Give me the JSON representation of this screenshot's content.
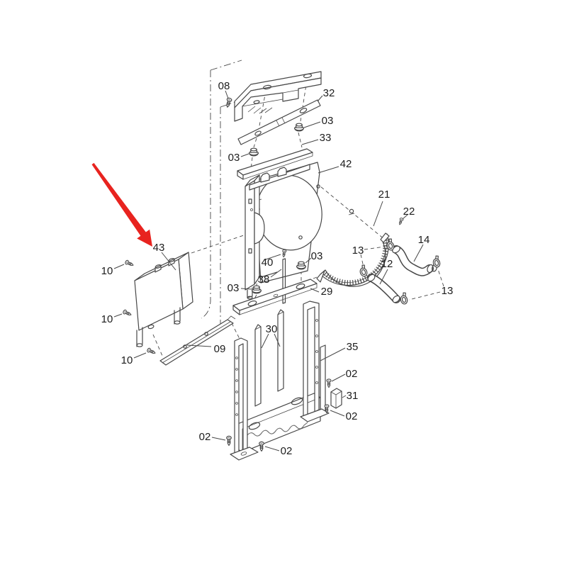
{
  "figure": {
    "kind": "exploded-parts-diagram",
    "background_color": "#ffffff",
    "line_color": "#474747",
    "label_color": "#1c1c1c",
    "arrow_color": "#e8231f",
    "highlighted_callout": "43",
    "part_numbers_visible": [
      "02",
      "03",
      "08",
      "09",
      "10",
      "12",
      "13",
      "14",
      "21",
      "22",
      "29",
      "30",
      "31",
      "32",
      "33",
      "35",
      "38",
      "40",
      "42",
      "43"
    ]
  },
  "callouts": [
    {
      "label": "08"
    },
    {
      "label": "32"
    },
    {
      "label": "03"
    },
    {
      "label": "33"
    },
    {
      "label": "03"
    },
    {
      "label": "42"
    },
    {
      "label": "21"
    },
    {
      "label": "22"
    },
    {
      "label": "14"
    },
    {
      "label": "13"
    },
    {
      "label": "12"
    },
    {
      "label": "13"
    },
    {
      "label": "43"
    },
    {
      "label": "10"
    },
    {
      "label": "40"
    },
    {
      "label": "38"
    },
    {
      "label": "03"
    },
    {
      "label": "03"
    },
    {
      "label": "29"
    },
    {
      "label": "10"
    },
    {
      "label": "09"
    },
    {
      "label": "10"
    },
    {
      "label": "30"
    },
    {
      "label": "35"
    },
    {
      "label": "02"
    },
    {
      "label": "31"
    },
    {
      "label": "02"
    },
    {
      "label": "02"
    },
    {
      "label": "02"
    }
  ]
}
